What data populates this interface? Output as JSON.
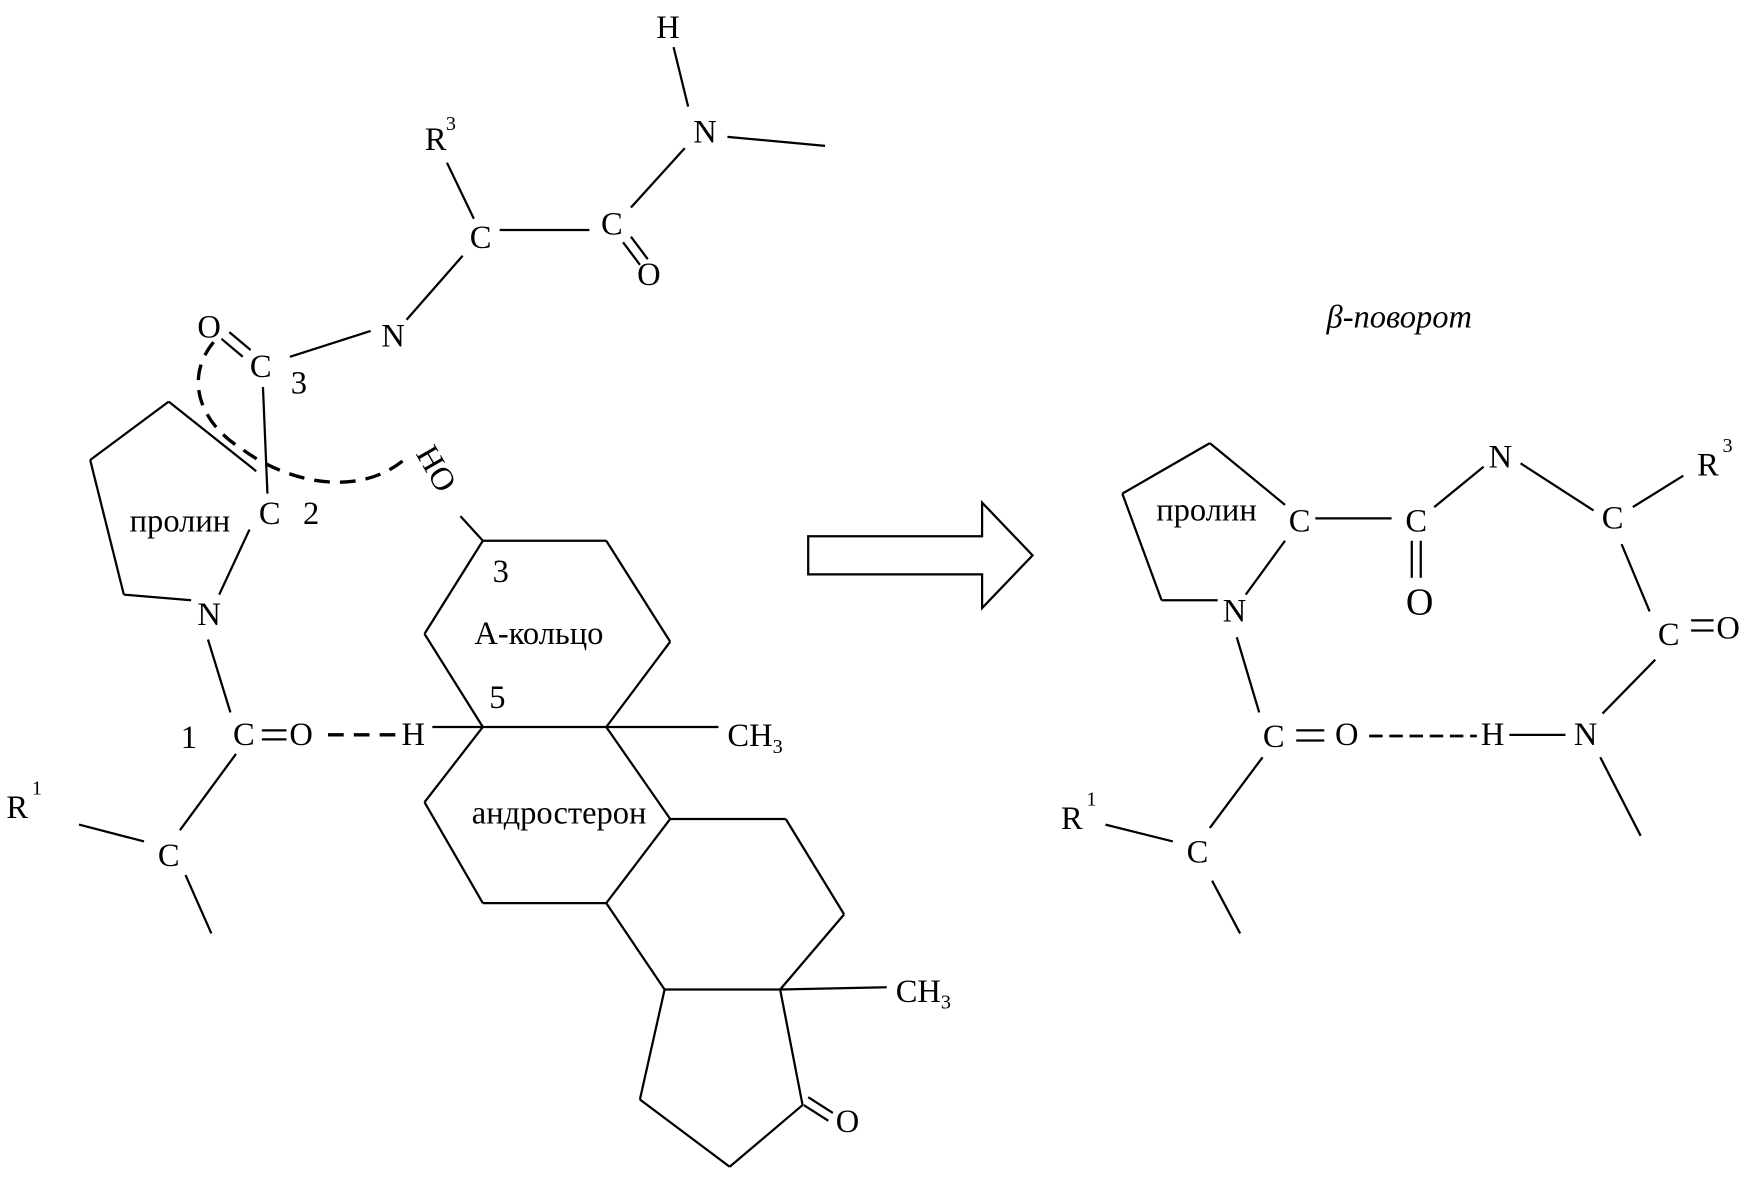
{
  "title": "β-поворот",
  "left": {
    "h_top": "H",
    "n_top": "N",
    "r3": "R",
    "r3_sup": "3",
    "c_alpha3": "C",
    "c_carbonyl_top": "C",
    "o_carbonyl_top": "O",
    "n_mid": "N",
    "o_c3": "O",
    "c3": "C",
    "c3_num": "3",
    "c2": "C",
    "c2_num": "2",
    "proline": "пролин",
    "n_pro": "N",
    "c1_num": "1",
    "c1": "C",
    "o1": "O",
    "h_bond": "H",
    "r1": "R",
    "r1_sup": "1",
    "c_r1": "C",
    "ho": "HO",
    "pos3": "3",
    "ring_a": "А-кольцо",
    "pos5": "5",
    "ch3_a": "CH",
    "ch3_a_sub": "3",
    "androsterone": "андростерон",
    "ch3_d": "CH",
    "ch3_d_sub": "3",
    "o_ketone": "O"
  },
  "right": {
    "proline": "пролин",
    "c_pro": "C",
    "n_pro": "N",
    "c_co": "C",
    "o_co": "O",
    "n2": "N",
    "c_alpha": "C",
    "r3": "R",
    "r3_sup": "3",
    "c_co2": "C",
    "o_co2": "O",
    "n3": "N",
    "h": "H",
    "o1": "O",
    "c1": "C",
    "c_r1": "C",
    "r1": "R",
    "r1_sup": "1"
  }
}
